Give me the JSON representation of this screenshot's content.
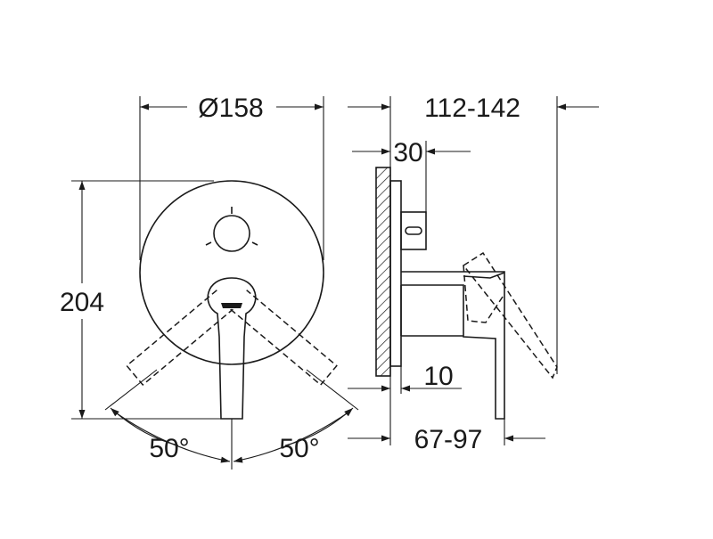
{
  "dimensions": {
    "diameter": "Ø158",
    "depth_range": "112-142",
    "thickness": "30",
    "height": "204",
    "offset": "10",
    "projection_range": "67-97",
    "angle_left": "50°",
    "angle_right": "50°"
  },
  "colors": {
    "line": "#1a1a1a",
    "background": "#ffffff"
  }
}
